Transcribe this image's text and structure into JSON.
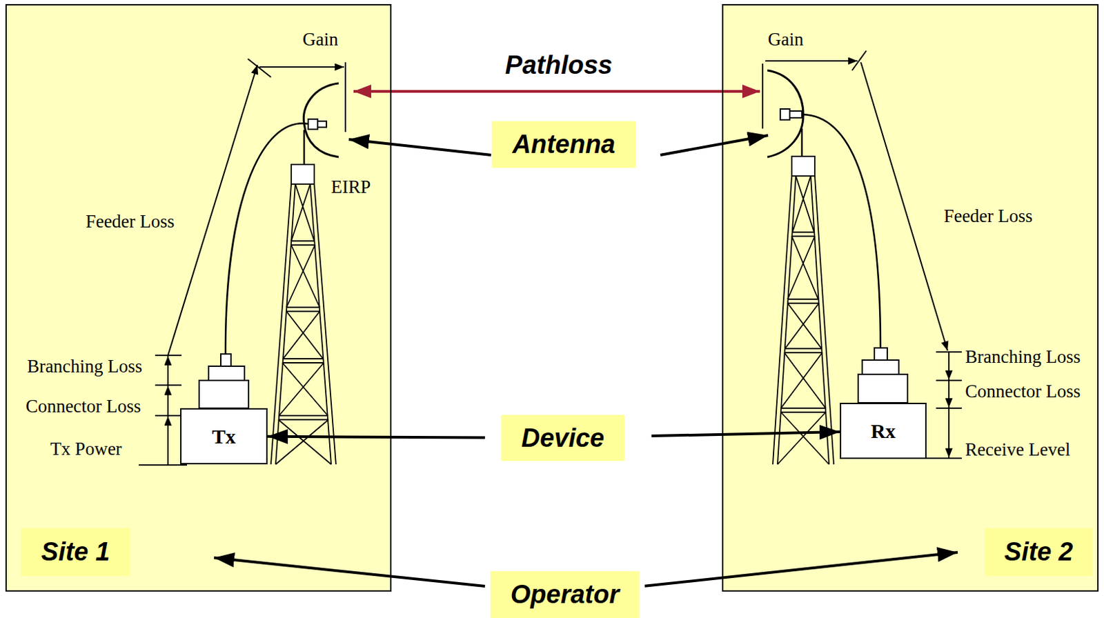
{
  "diagram": {
    "nodes": [
      {
        "text": [
          "Site 1"
        ]
      },
      {
        "text": [
          "Tx"
        ],
        "in": 0
      },
      {
        "text": [
          "Antenna"
        ]
      },
      {
        "text": [
          "Device"
        ]
      },
      {
        "text": [
          "Operator"
        ]
      },
      {
        "text": [
          "Site 2"
        ]
      },
      {
        "text": [
          "Rx"
        ],
        "in": 5
      }
    ],
    "edges": [
      {
        "from": 3,
        "to": 1,
        "arrow": "to"
      },
      {
        "from": 3,
        "to": 6,
        "arrow": "to"
      },
      {
        "from": 4,
        "to": 0,
        "arrow": "to"
      },
      {
        "from": 4,
        "to": 5,
        "arrow": "to"
      }
    ],
    "labels": [
      "Pathloss",
      "Gain",
      "EIRP",
      "Feeder Loss",
      "Branching Loss",
      "Connector Loss",
      "Tx Power",
      "Gain",
      "Feeder Loss",
      "Branching Loss",
      "Connector Loss",
      "Receive Level"
    ]
  }
}
